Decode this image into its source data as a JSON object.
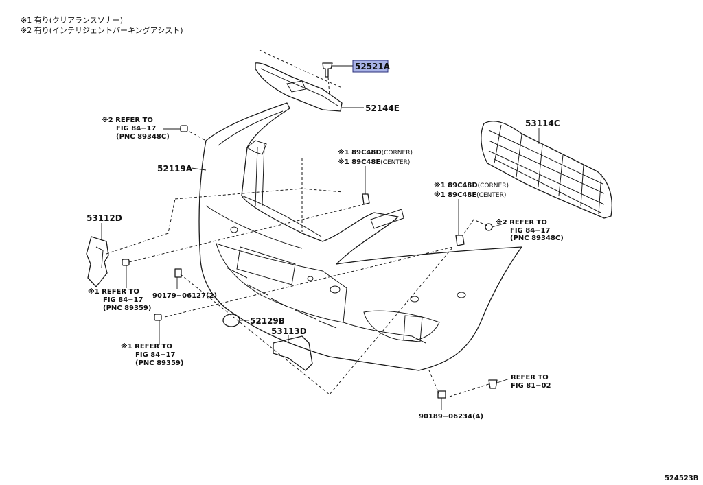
{
  "notes": [
    "※1 有り(クリアランスソナー)",
    "※2 有り(インテリジェントパーキングアシスト)"
  ],
  "figure_code": "524523B",
  "parts": {
    "p52521A": "52521A",
    "p52144E": "52144E",
    "p53114C": "53114C",
    "p52119A": "52119A",
    "p53112D": "53112D",
    "p52129B": "52129B",
    "p53113D": "53113D",
    "p90179": "90179−06127(2)",
    "p90189": "90189−06234(4)"
  },
  "callouts": {
    "c1_a": "※1 89C48D",
    "c1_a_sub": "(CORNER)",
    "c1_b": "※1 89C48E",
    "c1_b_sub": "(CENTER)",
    "c2_a": "※1 89C48D",
    "c2_a_sub": "(CORNER)",
    "c2_b": "※1 89C48E",
    "c2_b_sub": "(CENTER)"
  },
  "refers": {
    "r_left_top": [
      "※2 REFER TO",
      "FIG 84−17",
      "(PNC 89348C)"
    ],
    "r_right": [
      "※2 REFER TO",
      "FIG 84−17",
      "(PNC 89348C)"
    ],
    "r_left_mid": [
      "※1 REFER TO",
      "FIG 84−17",
      "(PNC 89359)"
    ],
    "r_left_bot": [
      "※1 REFER TO",
      "FIG 84−17",
      "(PNC 89359)"
    ],
    "r_right_bot": [
      "REFER TO",
      "FIG 81−02"
    ]
  }
}
